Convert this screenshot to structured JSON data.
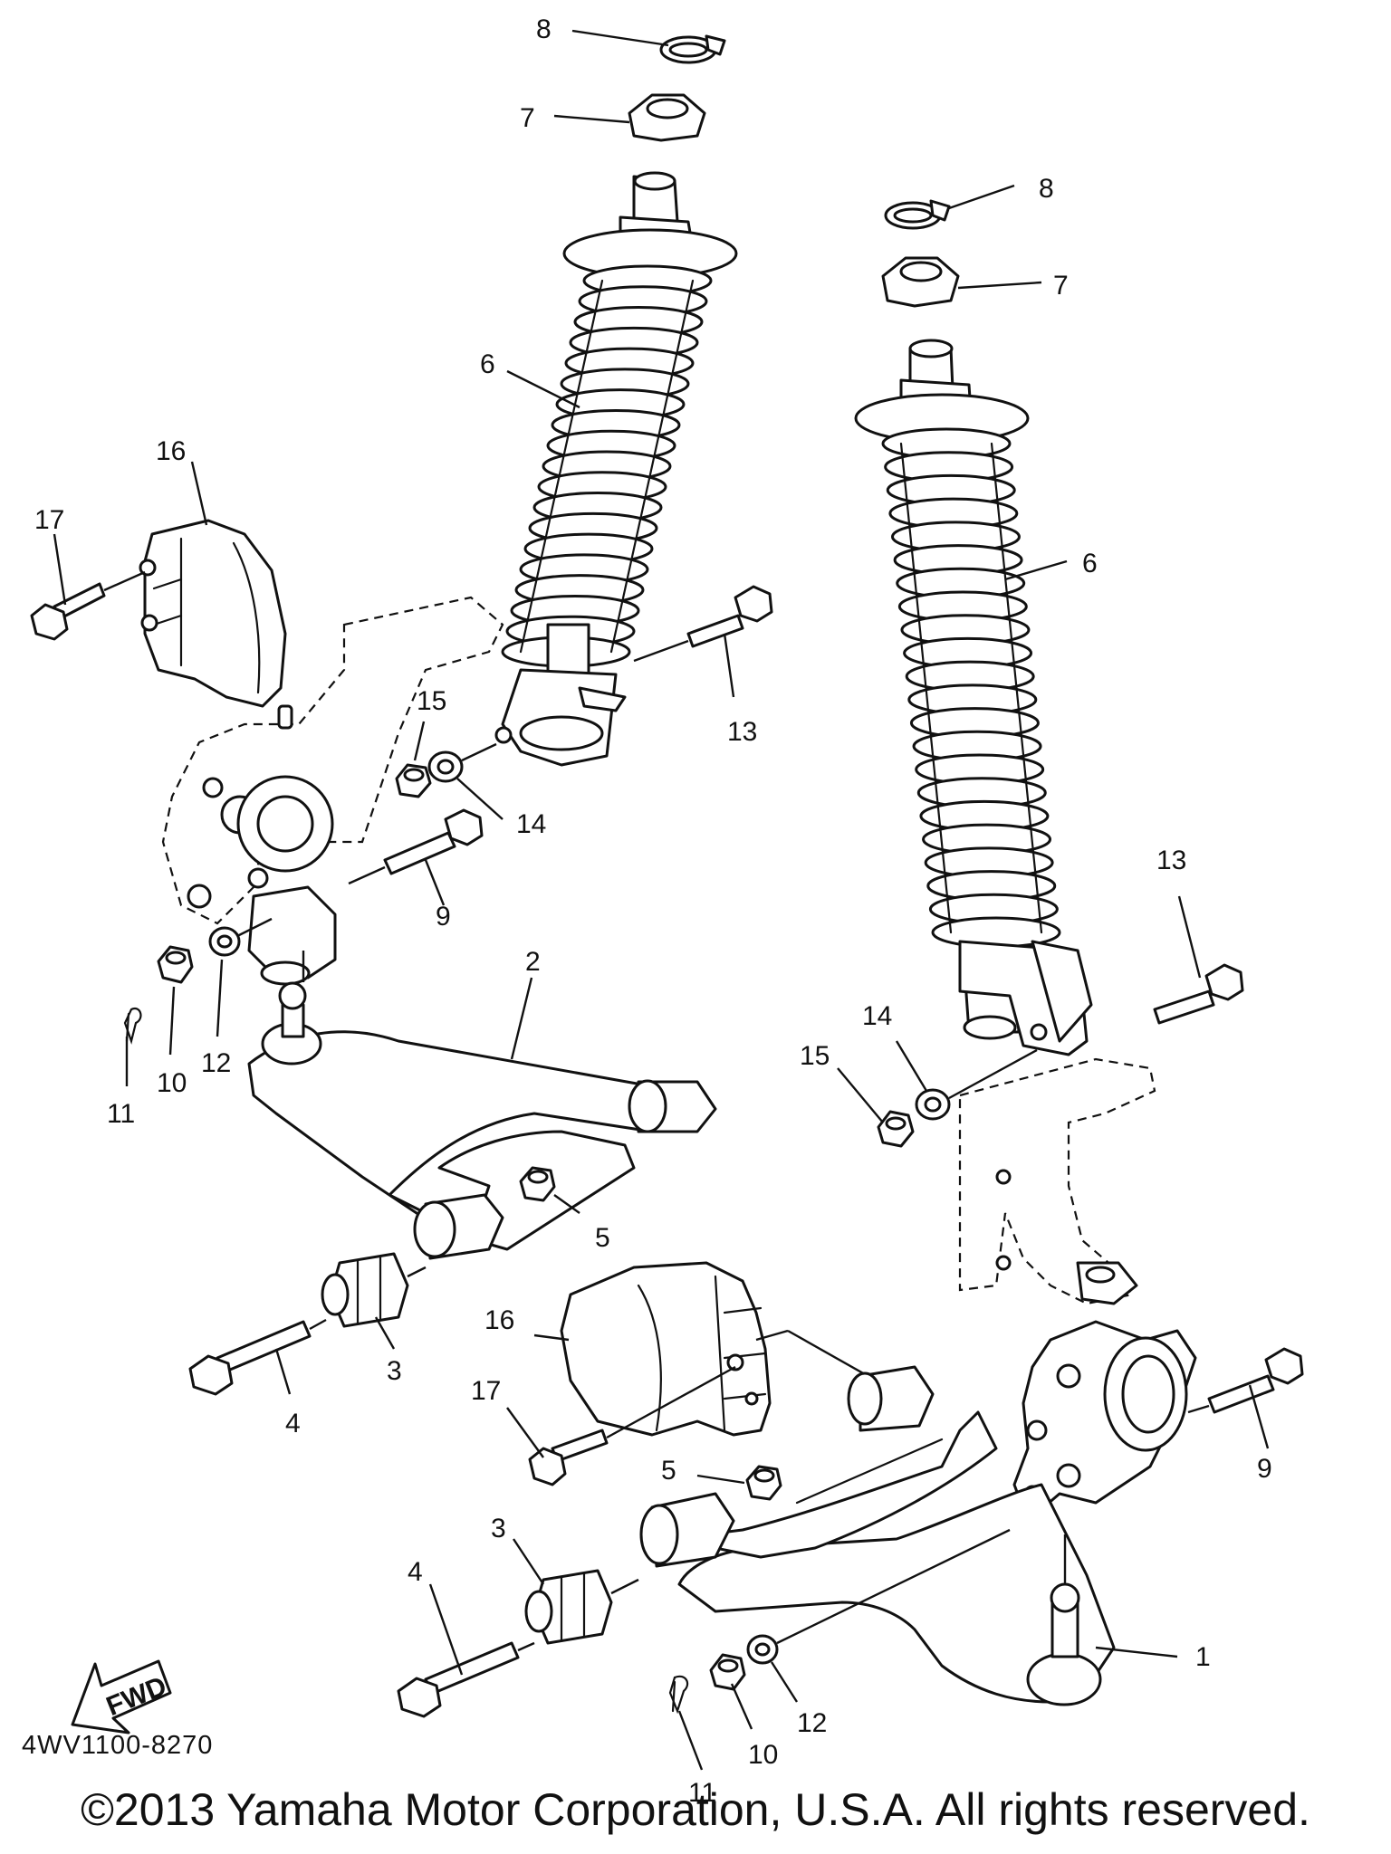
{
  "diagram": {
    "part_code": "4WV1100-8270",
    "copyright": "©2013 Yamaha Motor Corporation, U.S.A. All rights reserved.",
    "fwd_label": "FWD",
    "callouts": [
      {
        "id": "c-8a",
        "label": "8"
      },
      {
        "id": "c-7a",
        "label": "7"
      },
      {
        "id": "c-6a",
        "label": "6"
      },
      {
        "id": "c-16a",
        "label": "16"
      },
      {
        "id": "c-17a",
        "label": "17"
      },
      {
        "id": "c-15a",
        "label": "15"
      },
      {
        "id": "c-14a",
        "label": "14"
      },
      {
        "id": "c-13a",
        "label": "13"
      },
      {
        "id": "c-9a",
        "label": "9"
      },
      {
        "id": "c-2",
        "label": "2"
      },
      {
        "id": "c-11a",
        "label": "11"
      },
      {
        "id": "c-10a",
        "label": "10"
      },
      {
        "id": "c-12a",
        "label": "12"
      },
      {
        "id": "c-5a",
        "label": "5"
      },
      {
        "id": "c-3a",
        "label": "3"
      },
      {
        "id": "c-4a",
        "label": "4"
      },
      {
        "id": "c-8b",
        "label": "8"
      },
      {
        "id": "c-7b",
        "label": "7"
      },
      {
        "id": "c-6b",
        "label": "6"
      },
      {
        "id": "c-13b",
        "label": "13"
      },
      {
        "id": "c-14b",
        "label": "14"
      },
      {
        "id": "c-15b",
        "label": "15"
      },
      {
        "id": "c-16b",
        "label": "16"
      },
      {
        "id": "c-17b",
        "label": "17"
      },
      {
        "id": "c-9b",
        "label": "9"
      },
      {
        "id": "c-5b",
        "label": "5"
      },
      {
        "id": "c-3b",
        "label": "3"
      },
      {
        "id": "c-4b",
        "label": "4"
      },
      {
        "id": "c-1",
        "label": "1"
      },
      {
        "id": "c-11b",
        "label": "11"
      },
      {
        "id": "c-10b",
        "label": "10"
      },
      {
        "id": "c-12b",
        "label": "12"
      }
    ]
  }
}
